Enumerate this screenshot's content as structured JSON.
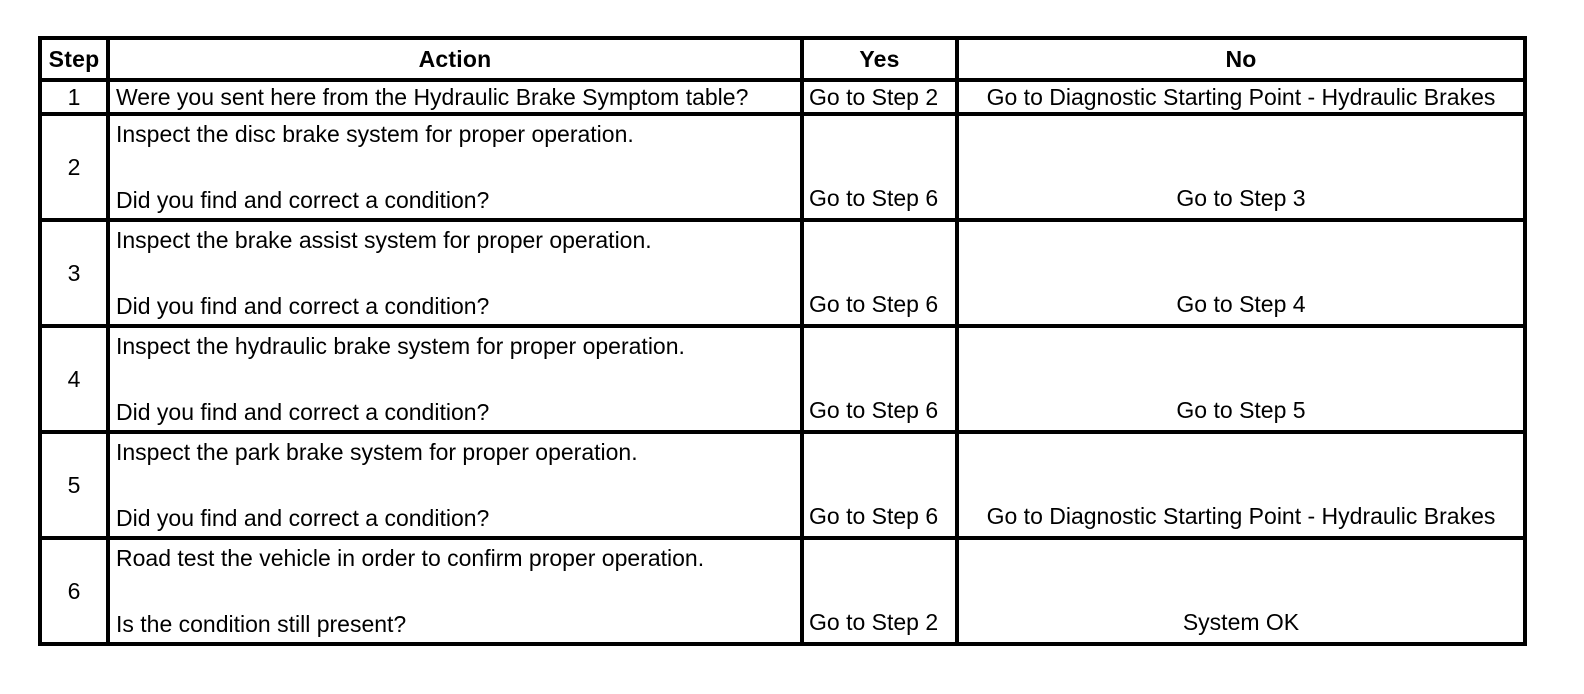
{
  "table": {
    "name": "hydraulic-brake-diagnostic-system-check",
    "columns": [
      {
        "key": "step",
        "label": "Step"
      },
      {
        "key": "action",
        "label": "Action"
      },
      {
        "key": "yes",
        "label": "Yes"
      },
      {
        "key": "no",
        "label": "No"
      }
    ],
    "rows": [
      {
        "step": "1",
        "action_line1": "Were you sent here from the Hydraulic Brake Symptom table?",
        "action_line2": "",
        "yes": "Go to Step 2",
        "no": "Go to Diagnostic Starting Point - Hydraulic Brakes",
        "tall": false
      },
      {
        "step": "2",
        "action_line1": "Inspect the disc brake system for proper operation.",
        "action_line2": "Did you find and correct a condition?",
        "yes": "Go to Step 6",
        "no": "Go to Step 3",
        "tall": true
      },
      {
        "step": "3",
        "action_line1": "Inspect the brake assist system for proper operation.",
        "action_line2": "Did you find and correct a condition?",
        "yes": "Go to Step 6",
        "no": "Go to Step 4",
        "tall": true
      },
      {
        "step": "4",
        "action_line1": "Inspect the hydraulic brake system for proper operation.",
        "action_line2": "Did you find and correct a condition?",
        "yes": "Go to Step 6",
        "no": "Go to Step 5",
        "tall": true
      },
      {
        "step": "5",
        "action_line1": "Inspect the park brake system for proper operation.",
        "action_line2": "Did you find and correct a condition?",
        "yes": "Go to Step 6",
        "no": "Go to Diagnostic Starting Point - Hydraulic Brakes",
        "tall": true
      },
      {
        "step": "6",
        "action_line1": "Road test the vehicle in order to confirm proper operation.",
        "action_line2": "Is the condition still present?",
        "yes": "Go to Step 2",
        "no": "System OK",
        "tall": true
      }
    ]
  },
  "colors": {
    "border": "#000000",
    "text": "#000000",
    "background": "#ffffff"
  }
}
